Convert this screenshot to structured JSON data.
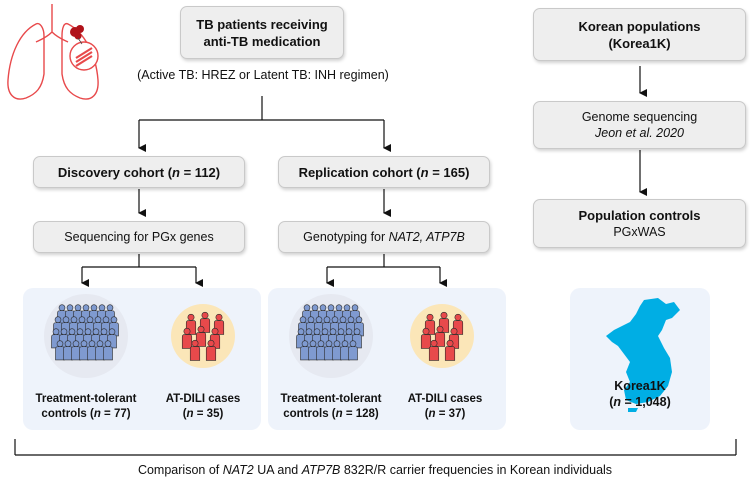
{
  "top_box": {
    "line1": "TB patients receiving",
    "line2": "anti-TB medication"
  },
  "regimen_note": {
    "prefix": "(Active TB: HREZ or Latent TB: INH regimen)"
  },
  "discovery": {
    "label": "Discovery cohort (",
    "n_sym": "n",
    "n_rest": " = 112)"
  },
  "replication": {
    "label": "Replication cohort (",
    "n_sym": "n",
    "n_rest": " = 165)"
  },
  "seq_box": {
    "text": "Sequencing for PGx genes"
  },
  "geno_box": {
    "text": "Genotyping for ",
    "genes": "NAT2, ATP7B"
  },
  "korean_box": {
    "line1": "Korean populations",
    "line2": "(Korea1K)"
  },
  "genome_box": {
    "line1": "Genome sequencing",
    "line2": "Jeon et al. 2020"
  },
  "controls_box": {
    "line1": "Population controls",
    "line2": "PGxWAS"
  },
  "groups": {
    "disc_tolerant": {
      "line1": "Treatment-tolerant",
      "line2a": "controls (",
      "n": "n",
      "line2b": " = 77)"
    },
    "disc_cases": {
      "line1": "AT-DILI cases",
      "line2a": "(",
      "n": "n",
      "line2b": " = 35)"
    },
    "rep_tolerant": {
      "line1": "Treatment-tolerant",
      "line2a": "controls (",
      "n": "n",
      "line2b": " = 128)"
    },
    "rep_cases": {
      "line1": "AT-DILI cases",
      "line2a": "(",
      "n": "n",
      "line2b": " = 37)"
    },
    "korea": {
      "line1": "Korea1K",
      "line2a": "(",
      "n": "n",
      "line2b": " = 1,048)"
    }
  },
  "footer": {
    "part1": "Comparison of ",
    "gene1": "NAT2",
    "part2": " UA and ",
    "gene2": "ATP7B",
    "part3": " 832R/R carrier frequencies in Korean individuals"
  },
  "colors": {
    "blue_people": "#7f9ad0",
    "red_people": "#e8494b",
    "panel": "#eef3fb",
    "korea_map": "#00aee4",
    "box": "#eeeeee"
  }
}
